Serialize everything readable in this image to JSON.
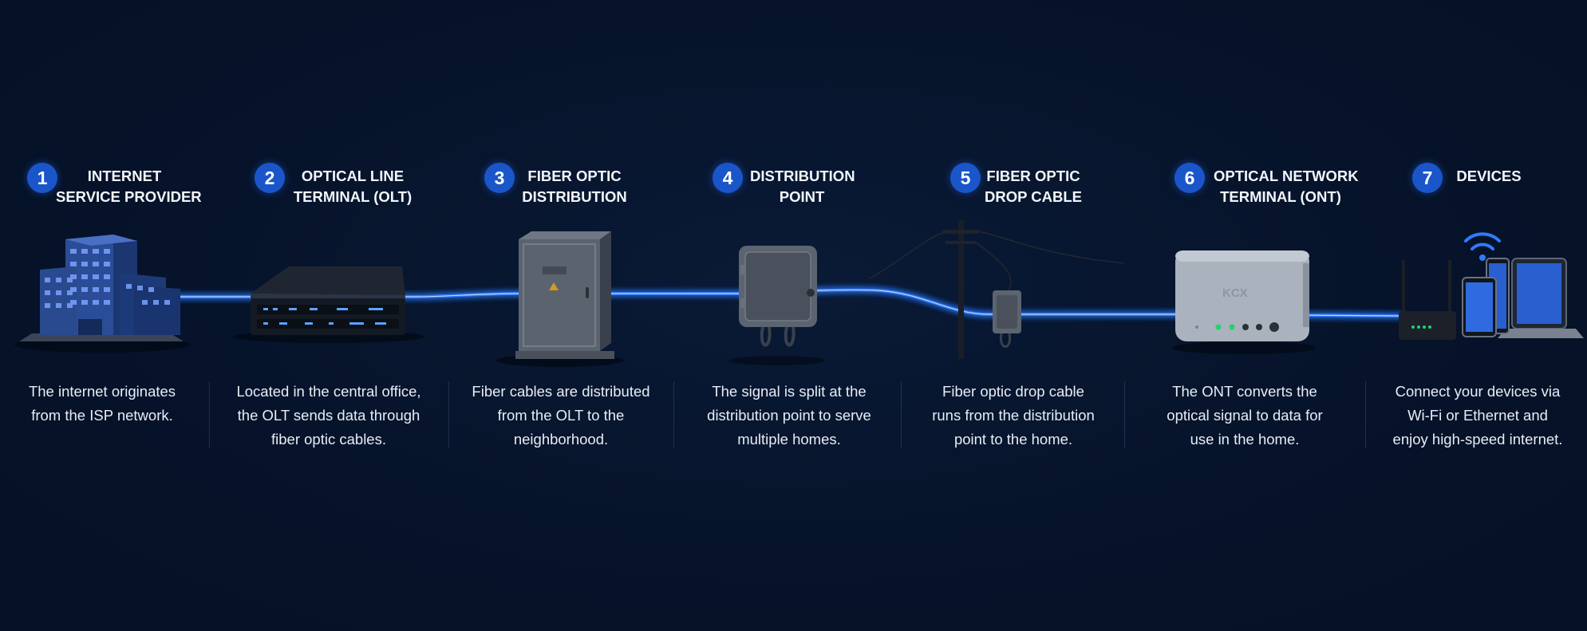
{
  "colors": {
    "background": "#06132a",
    "badge": "#1a56c9",
    "fiber_glow": "#2f7bff",
    "text": "#eef3fb"
  },
  "steps": [
    {
      "number": "1",
      "title": [
        "INTERNET",
        "SERVICE PROVIDER"
      ],
      "description": [
        "The internet originates",
        "from the ISP network."
      ],
      "icon": "office-building-icon"
    },
    {
      "number": "2",
      "title": [
        "OPTICAL LINE",
        "TERMINAL (OLT)"
      ],
      "description": [
        "Located in the central office,",
        "the OLT sends data through",
        "fiber optic cables."
      ],
      "icon": "olt-rack-unit-icon"
    },
    {
      "number": "3",
      "title": [
        "FIBER OPTIC",
        "DISTRIBUTION"
      ],
      "description": [
        "Fiber cables are distributed",
        "from the OLT to the",
        "neighborhood."
      ],
      "icon": "distribution-cabinet-icon"
    },
    {
      "number": "4",
      "title": [
        "DISTRIBUTION",
        "POINT"
      ],
      "description": [
        "The signal is split at the",
        "distribution point to serve",
        "multiple homes."
      ],
      "icon": "splitter-box-icon"
    },
    {
      "number": "5",
      "title": [
        "FIBER OPTIC",
        "DROP CABLE"
      ],
      "description": [
        "Fiber optic drop cable",
        "runs from the distribution",
        "point to the home."
      ],
      "icon": "utility-pole-icon"
    },
    {
      "number": "6",
      "title": [
        "OPTICAL NETWORK",
        "TERMINAL (ONT)"
      ],
      "description": [
        "The ONT converts the",
        "optical signal to data for",
        "use in the home."
      ],
      "icon": "ont-modem-icon",
      "device_label": "KCX"
    },
    {
      "number": "7",
      "title": [
        "DEVICES"
      ],
      "description": [
        "Connect your devices via",
        "Wi-Fi or Ethernet and",
        "enjoy high-speed internet."
      ],
      "icon": "router-and-devices-icon"
    }
  ]
}
